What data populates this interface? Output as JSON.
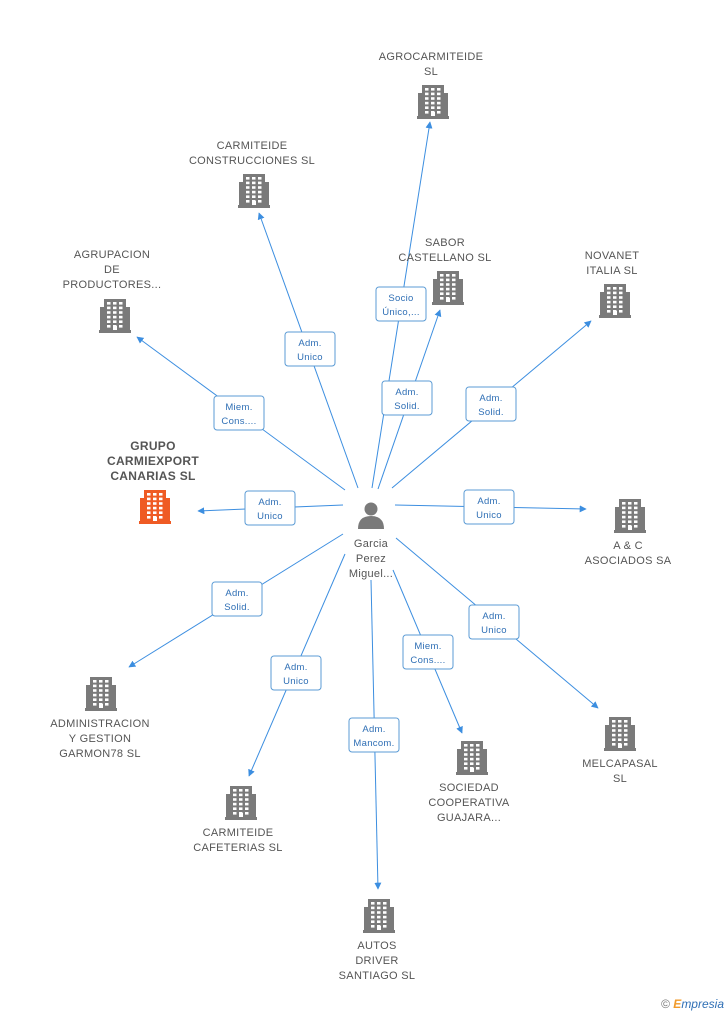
{
  "center": {
    "label": [
      "Garcia",
      "Perez",
      "Miguel..."
    ]
  },
  "colors": {
    "building": "#7a7a7a",
    "highlight": "#ef5b24",
    "edge": "#3c8ee0",
    "person": "#7a7a7a"
  },
  "nodes": [
    {
      "id": "agrocarmiteide",
      "label": [
        "AGROCARMITEIDE",
        "SL"
      ]
    },
    {
      "id": "carmiteide-construcciones",
      "label": [
        "CARMITEIDE",
        "CONSTRUCCIONES SL"
      ]
    },
    {
      "id": "agrupacion",
      "label": [
        "AGRUPACION",
        "DE",
        "PRODUCTORES..."
      ]
    },
    {
      "id": "sabor-castellano",
      "label": [
        "SABOR",
        "CASTELLANO SL"
      ]
    },
    {
      "id": "novanet",
      "label": [
        "NOVANET",
        "ITALIA SL"
      ]
    },
    {
      "id": "grupo-carmiexport",
      "label": [
        "GRUPO",
        "CARMIEXPORT",
        "CANARIAS SL"
      ],
      "highlight": true
    },
    {
      "id": "ac-asociados",
      "label": [
        "A & C",
        "ASOCIADOS SA"
      ]
    },
    {
      "id": "administracion-garmon",
      "label": [
        "ADMINISTRACION",
        "Y GESTION",
        "GARMON78 SL"
      ]
    },
    {
      "id": "melcapasal",
      "label": [
        "MELCAPASAL",
        "SL"
      ]
    },
    {
      "id": "carmiteide-cafeterias",
      "label": [
        "CARMITEIDE",
        "CAFETERIAS SL"
      ]
    },
    {
      "id": "sociedad-cooperativa",
      "label": [
        "SOCIEDAD",
        "COOPERATIVA",
        "GUAJARA..."
      ]
    },
    {
      "id": "autos-driver",
      "label": [
        "AUTOS",
        "DRIVER",
        "SANTIAGO SL"
      ]
    }
  ],
  "edges": [
    {
      "target": "agrocarmiteide",
      "label": [
        "Socio",
        "Único,..."
      ]
    },
    {
      "target": "carmiteide-construcciones",
      "label": [
        "Adm.",
        "Unico"
      ]
    },
    {
      "target": "agrupacion",
      "label": [
        "Miem.",
        "Cons...."
      ]
    },
    {
      "target": "sabor-castellano",
      "label": [
        "Adm.",
        "Solid."
      ]
    },
    {
      "target": "novanet",
      "label": [
        "Adm.",
        "Solid."
      ]
    },
    {
      "target": "grupo-carmiexport",
      "label": [
        "Adm.",
        "Unico"
      ]
    },
    {
      "target": "ac-asociados",
      "label": [
        "Adm.",
        "Unico"
      ]
    },
    {
      "target": "administracion-garmon",
      "label": [
        "Adm.",
        "Solid."
      ]
    },
    {
      "target": "melcapasal",
      "label": [
        "Adm.",
        "Unico"
      ]
    },
    {
      "target": "carmiteide-cafeterias",
      "label": [
        "Adm.",
        "Unico"
      ]
    },
    {
      "target": "sociedad-cooperativa",
      "label": [
        "Miem.",
        "Cons...."
      ]
    },
    {
      "target": "autos-driver",
      "label": [
        "Adm.",
        "Mancom."
      ]
    }
  ],
  "copyright": {
    "symbol": "©",
    "brand_initial": "E",
    "brand_rest": "mpresia"
  }
}
